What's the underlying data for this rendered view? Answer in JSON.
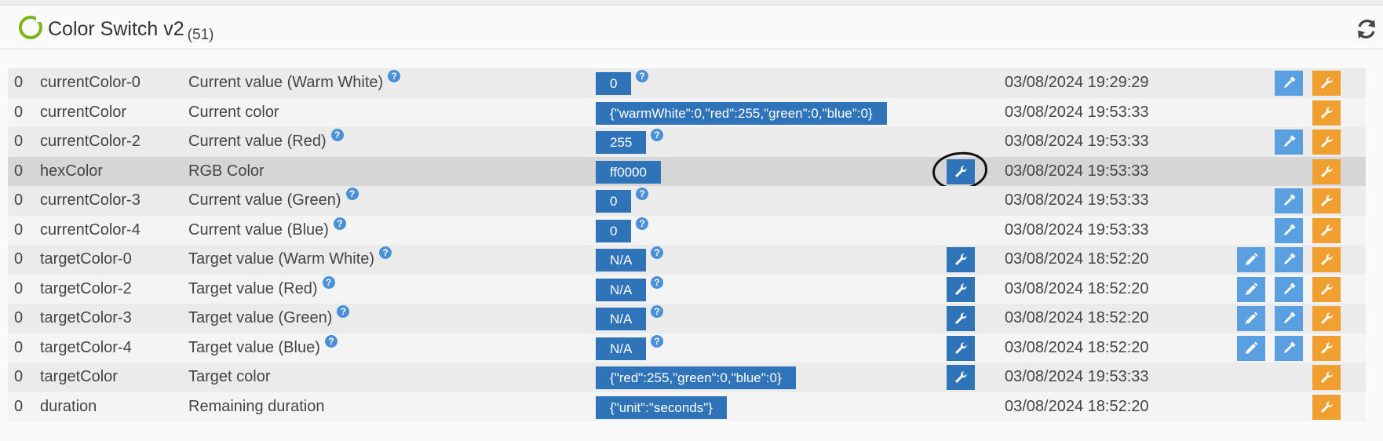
{
  "header": {
    "title": "Color Switch v2",
    "count": "(51)"
  },
  "colors": {
    "status_ring": "#7cb518",
    "value_badge": "#2f73b8",
    "action_button": "#5a9fe0",
    "config_button": "#f0a030"
  },
  "rows": [
    {
      "num": "0",
      "id": "currentColor-0",
      "desc": "Current value (Warm White)",
      "value": "0",
      "time": "03/08/2024 19:29:29",
      "desc_help": true,
      "val_help": true,
      "wrench": false,
      "edit": false,
      "pipette": true,
      "config": true
    },
    {
      "num": "0",
      "id": "currentColor",
      "desc": "Current color",
      "value": "{\"warmWhite\":0,\"red\":255,\"green\":0,\"blue\":0}",
      "time": "03/08/2024 19:53:33",
      "desc_help": false,
      "val_help": false,
      "wrench": false,
      "edit": false,
      "pipette": false,
      "config": true
    },
    {
      "num": "0",
      "id": "currentColor-2",
      "desc": "Current value (Red)",
      "value": "255",
      "time": "03/08/2024 19:53:33",
      "desc_help": true,
      "val_help": true,
      "wrench": false,
      "edit": false,
      "pipette": true,
      "config": true
    },
    {
      "num": "0",
      "id": "hexColor",
      "desc": "RGB Color",
      "value": "ff0000",
      "time": "03/08/2024 19:53:33",
      "desc_help": false,
      "val_help": false,
      "wrench": true,
      "edit": false,
      "pipette": false,
      "config": true,
      "highlight": true
    },
    {
      "num": "0",
      "id": "currentColor-3",
      "desc": "Current value (Green)",
      "value": "0",
      "time": "03/08/2024 19:53:33",
      "desc_help": true,
      "val_help": true,
      "wrench": false,
      "edit": false,
      "pipette": true,
      "config": true
    },
    {
      "num": "0",
      "id": "currentColor-4",
      "desc": "Current value (Blue)",
      "value": "0",
      "time": "03/08/2024 19:53:33",
      "desc_help": true,
      "val_help": true,
      "wrench": false,
      "edit": false,
      "pipette": true,
      "config": true
    },
    {
      "num": "0",
      "id": "targetColor-0",
      "desc": "Target value (Warm White)",
      "value": "N/A",
      "time": "03/08/2024 18:52:20",
      "desc_help": true,
      "val_help": true,
      "wrench": true,
      "edit": true,
      "pipette": true,
      "config": true
    },
    {
      "num": "0",
      "id": "targetColor-2",
      "desc": "Target value (Red)",
      "value": "N/A",
      "time": "03/08/2024 18:52:20",
      "desc_help": true,
      "val_help": true,
      "wrench": true,
      "edit": true,
      "pipette": true,
      "config": true
    },
    {
      "num": "0",
      "id": "targetColor-3",
      "desc": "Target value (Green)",
      "value": "N/A",
      "time": "03/08/2024 18:52:20",
      "desc_help": true,
      "val_help": true,
      "wrench": true,
      "edit": true,
      "pipette": true,
      "config": true
    },
    {
      "num": "0",
      "id": "targetColor-4",
      "desc": "Target value (Blue)",
      "value": "N/A",
      "time": "03/08/2024 18:52:20",
      "desc_help": true,
      "val_help": true,
      "wrench": true,
      "edit": true,
      "pipette": true,
      "config": true
    },
    {
      "num": "0",
      "id": "targetColor",
      "desc": "Target color",
      "value": "{\"red\":255,\"green\":0,\"blue\":0}",
      "time": "03/08/2024 19:53:33",
      "desc_help": false,
      "val_help": false,
      "wrench": true,
      "edit": false,
      "pipette": false,
      "config": true
    },
    {
      "num": "0",
      "id": "duration",
      "desc": "Remaining duration",
      "value": "{\"unit\":\"seconds\"}",
      "time": "03/08/2024 18:52:20",
      "desc_help": false,
      "val_help": false,
      "wrench": false,
      "edit": false,
      "pipette": false,
      "config": true
    }
  ]
}
